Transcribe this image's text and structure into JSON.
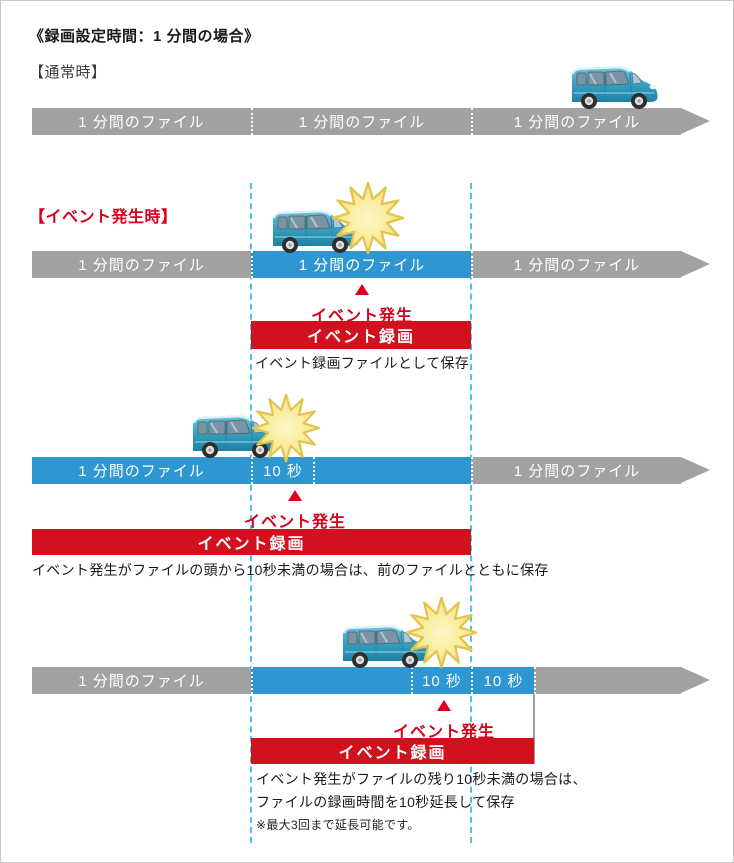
{
  "title": "《録画設定時間：1 分間の場合》",
  "normal_section": {
    "heading": "【通常時】",
    "timeline": {
      "segments": [
        "1 分間のファイル",
        "1 分間のファイル",
        "1 分間のファイル"
      ]
    }
  },
  "event_section": {
    "heading": "【イベント発生時】",
    "labels": {
      "file_1min": "1 分間のファイル",
      "sec10": "10 秒",
      "event_occurred": "イベント発生",
      "event_recording": "イベント録画"
    },
    "case1": {
      "caption": "イベント録画ファイルとして保存"
    },
    "case2": {
      "caption": "イベント発生がファイルの頭から10秒未満の場合は、前のファイルとともに保存"
    },
    "case3": {
      "caption_line1": "イベント発生がファイルの残り10秒未満の場合は、",
      "caption_line2": "ファイルの録画時間を10秒延長して保存",
      "note": "※最大3回まで延長可能です。"
    }
  },
  "colors": {
    "bar_gray": "#a2a2a2",
    "bar_blue": "#2e96d0",
    "bar_red": "#d2111f",
    "text_red": "#d7001d",
    "guide_cyan": "#4cc2e8",
    "starburst_yellow": "#f6e98e",
    "car_teal": "#39a3c3"
  },
  "icons": {
    "car": "car-icon",
    "crash": "crash-starburst-icon",
    "arrow": "timeline-arrow-icon"
  }
}
